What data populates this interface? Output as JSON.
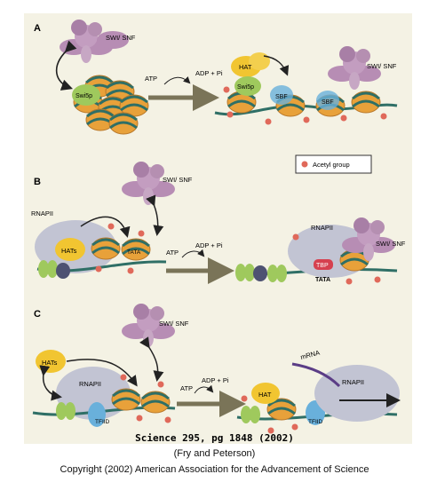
{
  "panels": {
    "a": {
      "letter": "A",
      "swisnf": "SWI/ SNF",
      "swi5p_left": "Swi5p",
      "atp": "ATP",
      "adp": "ADP + Pi",
      "hat": "HAT",
      "swi5p_right": "Swi5p",
      "sbf1": "SBF",
      "sbf2": "SBF",
      "swisnf_right": "SWI/ SNF"
    },
    "b": {
      "letter": "B",
      "swisnf": "SWI/ SNF",
      "rnapii": "RNAPII",
      "hats": "HATs",
      "tata": "TATA",
      "atp": "ATP",
      "adp": "ADP + Pi",
      "rnapii_right": "RNAPII",
      "tbp": "TBP",
      "tata_right": "TATA",
      "swisnf_right": "SWI/ SNF"
    },
    "c": {
      "letter": "C",
      "swisnf": "SWI/ SNF",
      "hats": "HATs",
      "rnapii": "RNAPII",
      "tfiid": "TFIID",
      "atp": "ATP",
      "adp": "ADP + Pi",
      "mrna": "mRNA",
      "rnapii_right": "RNAPII",
      "hat": "HAT",
      "tfiid_right": "TFIID"
    }
  },
  "legend": {
    "label": "Acetyl group"
  },
  "captions": {
    "citation": "Science 295, pg 1848 (2002)",
    "authors": "(Fry and Peterson)",
    "copyright": "Copyright (2002) American Association for the Advancement of Science"
  },
  "colors": {
    "background": "#f4f2e4",
    "swisnf": "#b78db4",
    "hat": "#f1c531",
    "green": "#9fc95d",
    "nucleosome": "#e8a13a",
    "dna": "#2f6f66",
    "acetyl": "#e0695a",
    "rnapii": "#c2c4d3",
    "tbp": "#d6404f",
    "tfiid": "#69b0db",
    "arrow": "#7a7458"
  }
}
